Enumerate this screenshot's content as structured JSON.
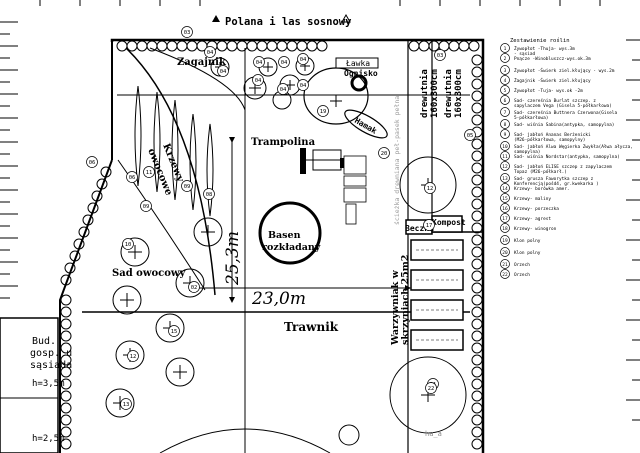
{
  "header": {
    "top_label": "Polana i las sosnowy"
  },
  "areas": {
    "zagajnik": "Zagajnik",
    "krzewy_owocowe": [
      "Krzewy",
      "owocowe"
    ],
    "sad_owocowy": "Sad owocowy",
    "trampolina": "Trampolina",
    "basen": [
      "Basen",
      "rozkładany"
    ],
    "trawnik": "Trawnik",
    "lawka": "Ławka",
    "ognisko": "Ognisko",
    "hamak": "Hamak",
    "drewutnia_1": [
      "drewutnia",
      "160x300cm"
    ],
    "drewutnia_2": [
      "drewutnia",
      "160x300cm"
    ],
    "kompost": "Kompost",
    "beczka": "Beczka",
    "warzywniak": [
      "Warzywniak w",
      "skrzyniach 25m2"
    ],
    "bud_gosp": [
      "Bud.",
      "gosp. u",
      "sąsiada"
    ],
    "h1": "h=3,5m",
    "h2": "h=2,5m",
    "path_label": "ścieżka drewniana peł-pasek pełna",
    "ha_label": "ha_a"
  },
  "dimensions": {
    "width": "23,0m",
    "depth": "25,3m"
  },
  "legend": {
    "title": "Zestawienie roślin",
    "items": [
      {
        "num": "1",
        "text": "Żywopłot -Thuja- wys.3m\n- sąsiad"
      },
      {
        "num": "2",
        "text": "Pnącze -Winobluszcz-wys.ok.3m"
      },
      {
        "num": "3",
        "text": "Żywopłot -Świerk ziel.kłujący - wys.2m"
      },
      {
        "num": "4",
        "text": "Żagajnik -Świerk ziel.kłujący"
      },
      {
        "num": "5",
        "text": "Żywopłot -Tuja- wys.ok -2m"
      },
      {
        "num": "6",
        "text": "Sad- czereśnia Burlat szczep. z\nsapylaczem Vega (Gisela 5-półkarłowa)"
      },
      {
        "num": "7",
        "text": "Sad- czereśnia Buttnera Czerwona(Gisela\n5-półkarłowa)"
      },
      {
        "num": "8",
        "text": "Sad- wiśnia Sabina(antypka, samopylna)"
      },
      {
        "num": "9",
        "text": "Sad- jabłoń Ananas Berżenicki\n(M26-półkarłowa, samopylny)"
      },
      {
        "num": "10",
        "text": "Sad- jabłoń Alwa Węgierka Zwykła(Ałwa ałycza,\nsamopylna)"
      },
      {
        "num": "11",
        "text": "Sad- wiśnia Nordstar(antypka, samopylna)"
      },
      {
        "num": "12",
        "text": "Sad- jabłoń ELISE szczep z zapylaczem\nTopaz (M26-półkarł.)"
      },
      {
        "num": "13",
        "text": "Sad- grusza Faworytka szczep z\nKonferencją(pośd4, gr.kwekarka )"
      },
      {
        "num": "14",
        "text": "Krzewy- borówka amer."
      },
      {
        "num": "15",
        "text": "Krzewy- maliny"
      },
      {
        "num": "16",
        "text": "Krzewy- porzeczka"
      },
      {
        "num": "17",
        "text": "Krzewy- agrest"
      },
      {
        "num": "18",
        "text": "Krzewy- winogron"
      },
      {
        "num": "19",
        "text": "Klon polny"
      },
      {
        "num": "20",
        "text": "Klon polny"
      },
      {
        "num": "21",
        "text": "Orzech"
      },
      {
        "num": "22",
        "text": "Orzech"
      }
    ]
  },
  "markers": [
    "03",
    "03",
    "04",
    "04",
    "04",
    "04",
    "04",
    "04",
    "04",
    "04",
    "19",
    "05",
    "06",
    "09",
    "09",
    "06",
    "08",
    "20",
    "10",
    "02",
    "15",
    "12",
    "13",
    "17",
    "12",
    "11",
    "21",
    "22"
  ]
}
